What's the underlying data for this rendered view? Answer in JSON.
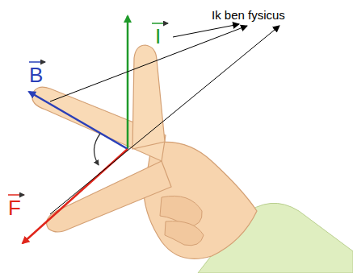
{
  "diagram": {
    "labels": [
      "Ik ben fysicus",
      "I",
      "B",
      "F"
    ]
  }
}
